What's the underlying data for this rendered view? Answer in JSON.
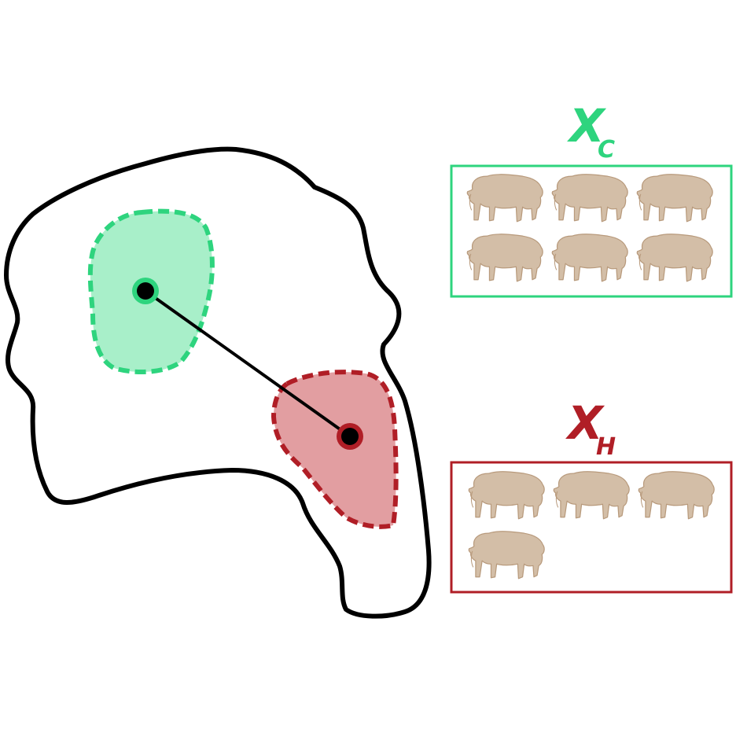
{
  "colors": {
    "outline": "#000000",
    "green_stroke": "#2ed47e",
    "green_fill": "#a8efc9",
    "red_stroke": "#b01e26",
    "red_fill": "#e29ea1",
    "bison_fill": "#d3bea7",
    "bison_stroke": "#b89a7c"
  },
  "groups": [
    {
      "key": "c",
      "label_main": "X",
      "label_sub": "C",
      "count": 6,
      "color": "#2ed47e"
    },
    {
      "key": "h",
      "label_main": "X",
      "label_sub": "H",
      "count": 4,
      "color": "#b01e26"
    }
  ]
}
